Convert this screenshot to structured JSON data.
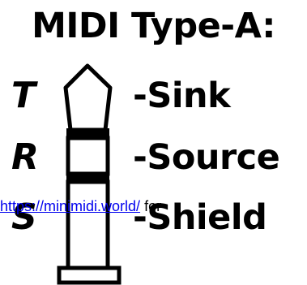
{
  "title": "MIDI Type-A:",
  "pins": [
    {
      "letter": "T",
      "label": "-Sink"
    },
    {
      "letter": "R",
      "label": "-Source"
    },
    {
      "letter": "S",
      "label": "-Shield"
    }
  ],
  "overlay": {
    "link_text": "https://minimidi.world/",
    "trailing_text": " for"
  },
  "colors": {
    "foreground": "#000000",
    "background": "#ffffff",
    "link": "#0000ee"
  }
}
